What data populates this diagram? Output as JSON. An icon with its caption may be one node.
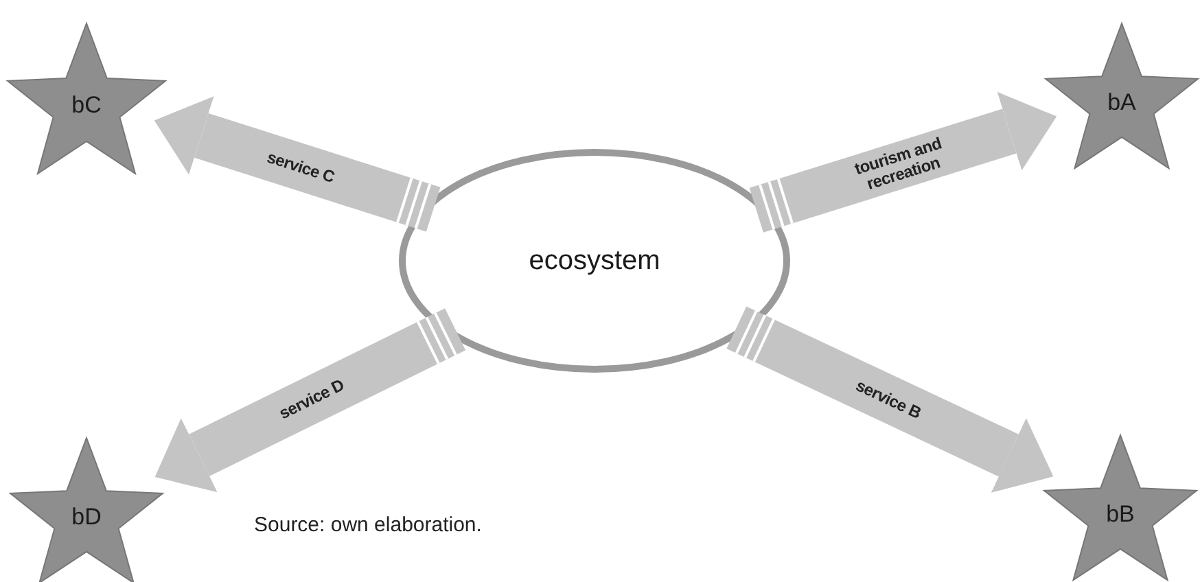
{
  "diagram": {
    "nodes": [
      {
        "text": [
          "ecosystem"
        ]
      },
      {
        "text": [
          "bC"
        ]
      },
      {
        "text": [
          "bA"
        ]
      },
      {
        "text": [
          "bD"
        ]
      },
      {
        "text": [
          "bB"
        ]
      }
    ],
    "edges": [
      {
        "from": 0,
        "to": 1,
        "arrow": "to",
        "label": "service C"
      },
      {
        "from": 0,
        "to": 2,
        "arrow": "to",
        "label": "tourism and recreation"
      },
      {
        "from": 0,
        "to": 3,
        "arrow": "to",
        "label": "service D"
      },
      {
        "from": 0,
        "to": 4,
        "arrow": "to",
        "label": "service B"
      }
    ],
    "labels": [
      "Source: own elaboration."
    ]
  }
}
